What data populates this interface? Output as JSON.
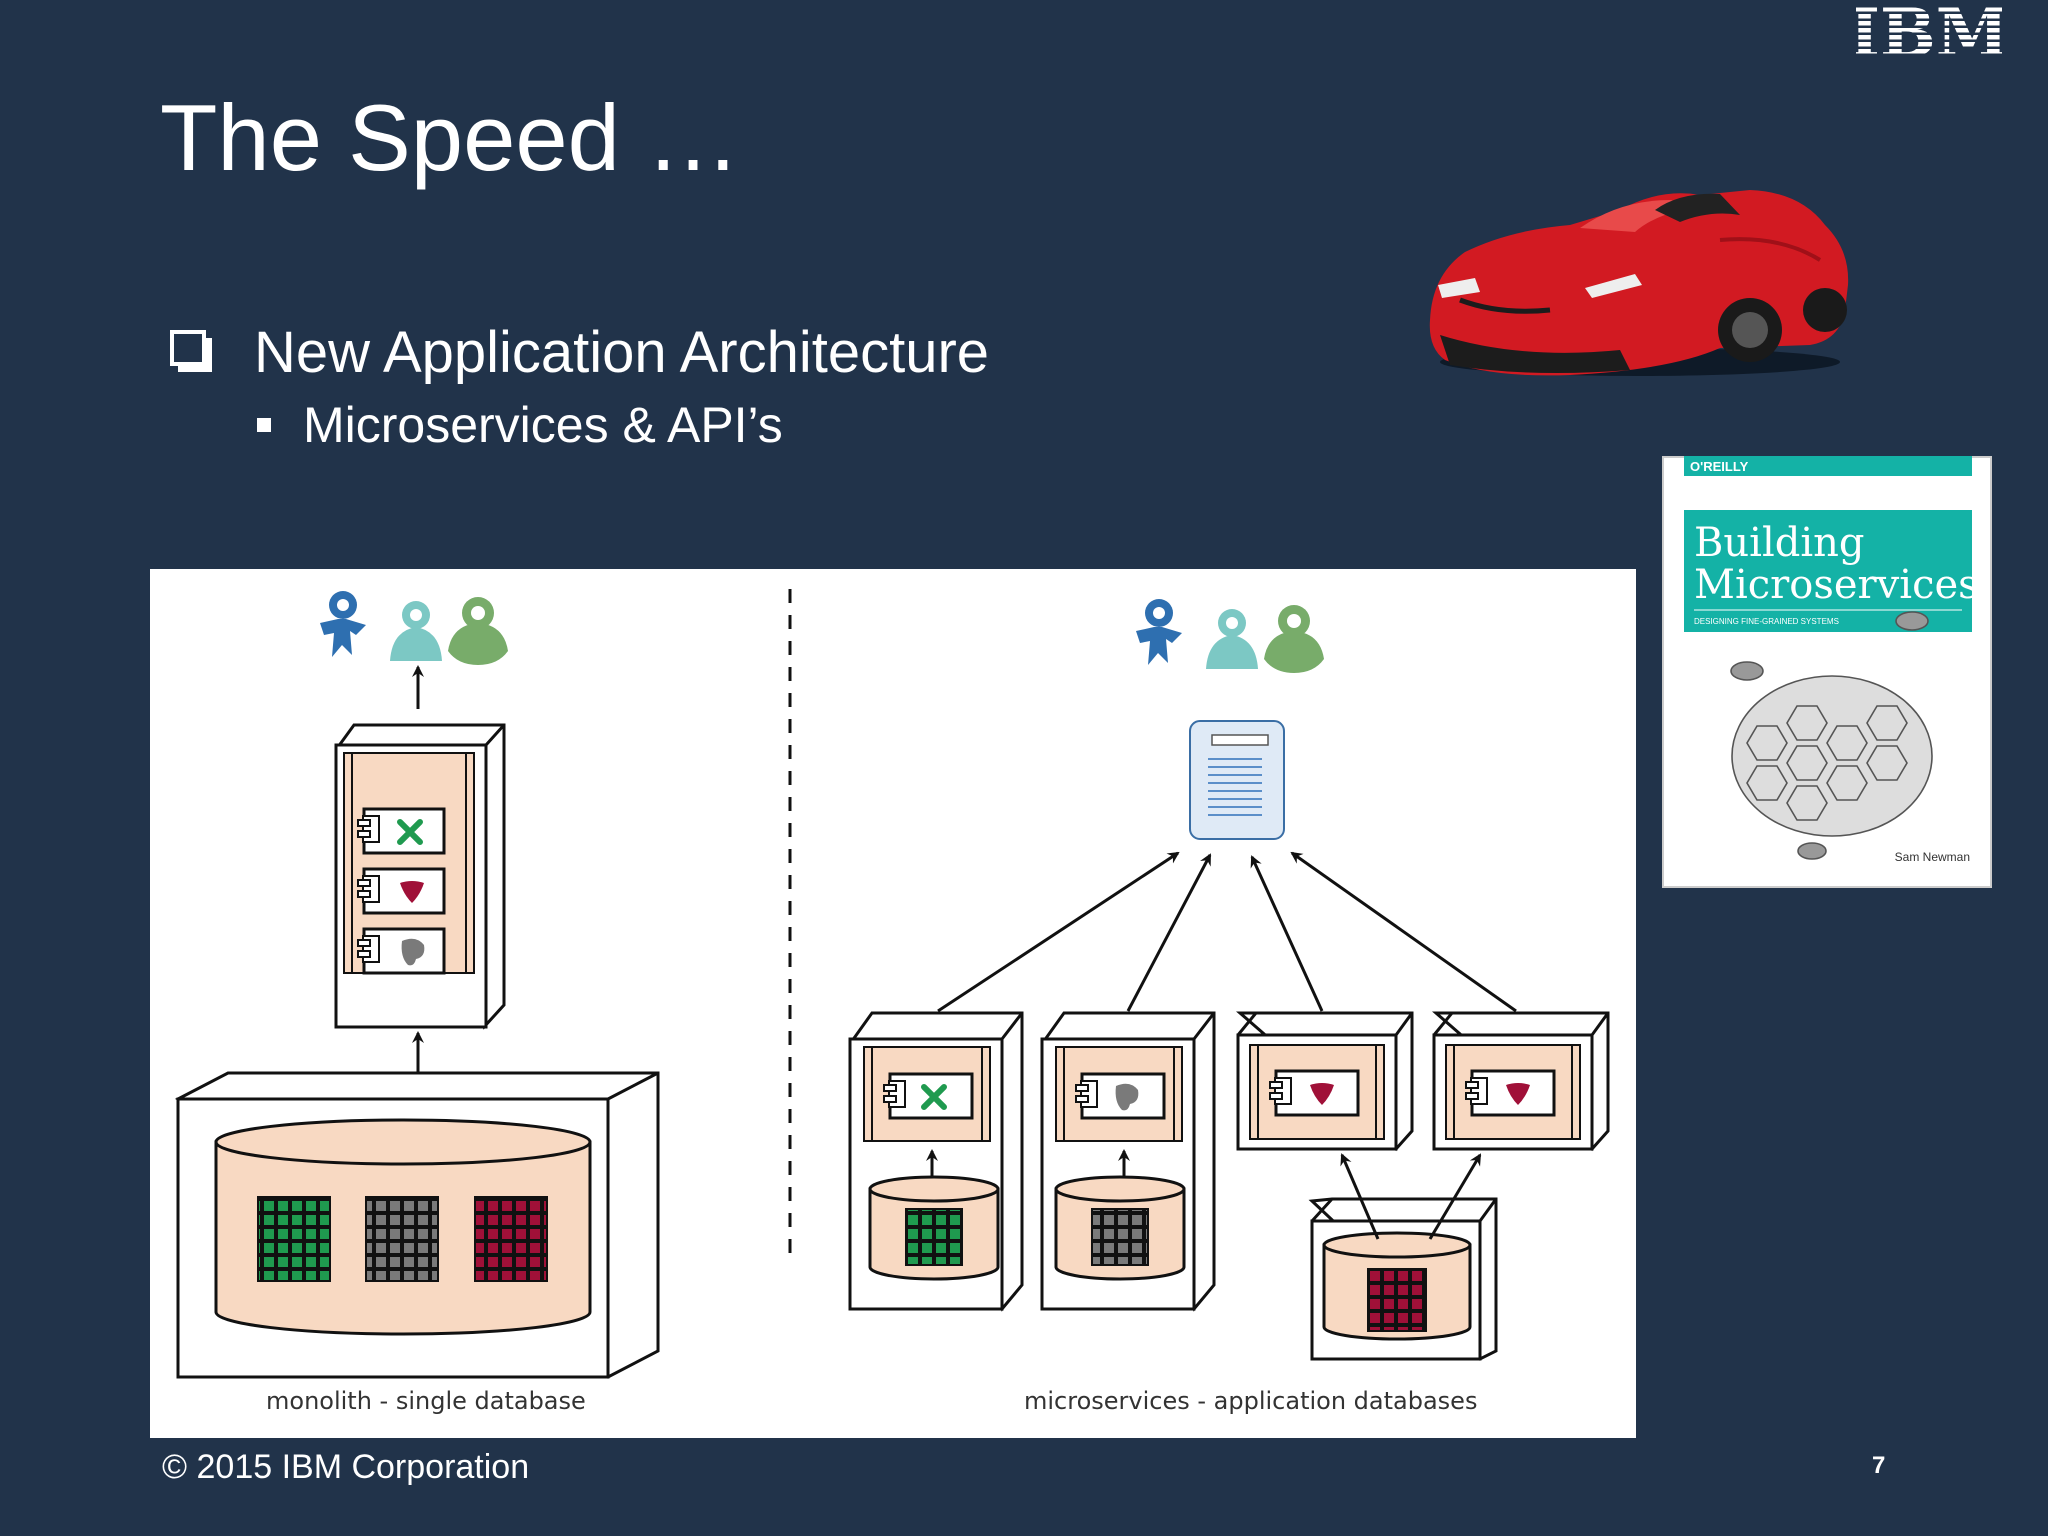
{
  "slide": {
    "logo_text": "IBM",
    "title": "The Speed …",
    "bullet": "New Application Architecture",
    "sub_bullet": "Microservices & API’s",
    "copyright": "© 2015 IBM Corporation",
    "page_number": "7"
  },
  "book": {
    "publisher": "O'REILLY",
    "title_line1": "Building",
    "title_line2": "Microservices",
    "subtitle": "DESIGNING FINE-GRAINED SYSTEMS",
    "author": "Sam Newman"
  },
  "diagram": {
    "left_caption": "monolith - single database",
    "right_caption": "microservices - application databases"
  },
  "colors": {
    "background": "#21334a",
    "book_teal": "#14b2a6",
    "db_fill": "#f8d9c2",
    "green": "#1f9a4f",
    "gray": "#7a7a7a",
    "maroon": "#a01038",
    "user_blue": "#2e6fb0",
    "user_teal": "#7cc8c4",
    "user_green": "#78ac6a"
  }
}
